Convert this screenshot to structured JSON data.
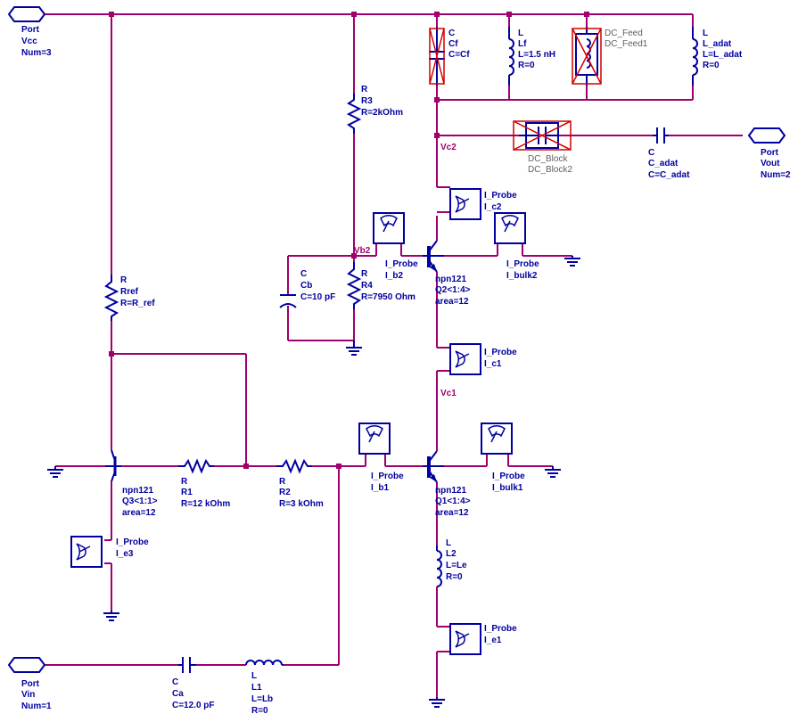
{
  "ports": {
    "vcc": {
      "kind": "Port",
      "name": "Vcc",
      "num": "Num=3"
    },
    "vin": {
      "kind": "Port",
      "name": "Vin",
      "num": "Num=1"
    },
    "vout": {
      "kind": "Port",
      "name": "Vout",
      "num": "Num=2"
    }
  },
  "nets": {
    "vc2": "Vc2",
    "vb2": "Vb2",
    "vc1": "Vc1"
  },
  "top": {
    "cf": {
      "kind": "C",
      "name": "Cf",
      "value": "C=Cf"
    },
    "lf": {
      "kind": "L",
      "name": "Lf",
      "value": "L=1.5 nH",
      "r": "R=0"
    },
    "feed": {
      "kind": "DC_Feed",
      "name": "DC_Feed1"
    },
    "ladat": {
      "kind": "L",
      "name": "L_adat",
      "value": "L=L_adat",
      "r": "R=0"
    }
  },
  "block": {
    "kind": "DC_Block",
    "name": "DC_Block2"
  },
  "cadat": {
    "kind": "C",
    "name": "C_adat",
    "value": "C=C_adat"
  },
  "r3": {
    "kind": "R",
    "name": "R3",
    "value": "R=2kOhm"
  },
  "r4": {
    "kind": "R",
    "name": "R4",
    "value": "R=7950 Ohm"
  },
  "cb": {
    "kind": "C",
    "name": "Cb",
    "value": "C=10 pF"
  },
  "rref": {
    "kind": "R",
    "name": "Rref",
    "value": "R=R_ref"
  },
  "r1": {
    "kind": "R",
    "name": "R1",
    "value": "R=12 kOhm"
  },
  "r2": {
    "kind": "R",
    "name": "R2",
    "value": "R=3 kOhm"
  },
  "q1": {
    "model": "npn121",
    "name": "Q1<1:4>",
    "area": "area=12"
  },
  "q2": {
    "model": "npn121",
    "name": "Q2<1:4>",
    "area": "area=12"
  },
  "q3": {
    "model": "npn121",
    "name": "Q3<1:1>",
    "area": "area=12"
  },
  "l2": {
    "kind": "L",
    "name": "L2",
    "value": "L=Le",
    "r": "R=0"
  },
  "ca": {
    "kind": "C",
    "name": "Ca",
    "value": "C=12.0 pF"
  },
  "l1": {
    "kind": "L",
    "name": "L1",
    "value": "L=Lb",
    "r": "R=0"
  },
  "probes": {
    "kind": "I_Probe",
    "c2": "I_c2",
    "b2": "I_b2",
    "bulk2": "I_bulk2",
    "c1": "I_c1",
    "b1": "I_b1",
    "bulk1": "I_bulk1",
    "e3": "I_e3",
    "e1": "I_e1"
  },
  "colors": {
    "wire": "#a0006e",
    "component": "#0000a0",
    "dc_marker": "#d00000"
  }
}
